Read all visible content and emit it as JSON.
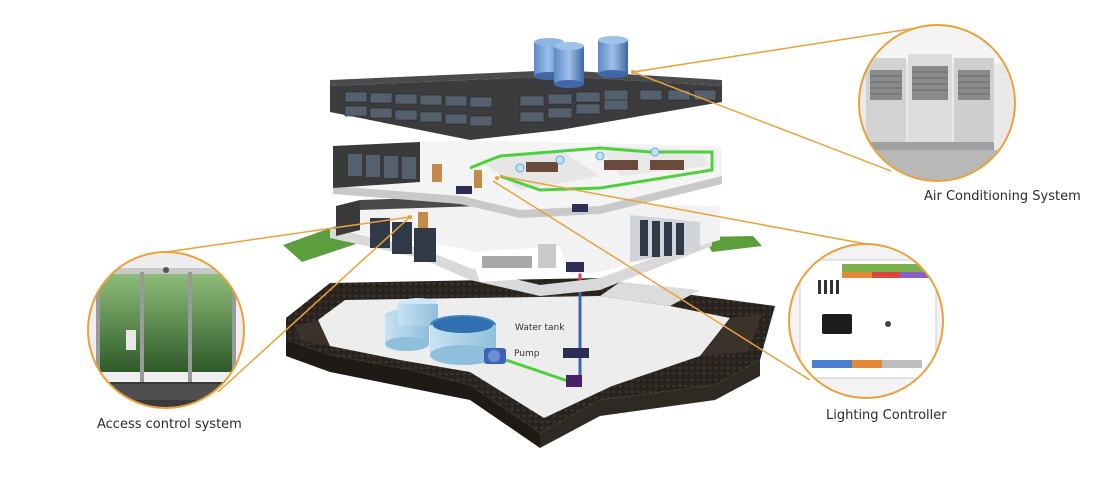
{
  "callouts": {
    "air_conditioning": "Air Conditioning System",
    "lighting_controller": "Lighting Controller",
    "access_control": "Access control system"
  },
  "diagram_labels": {
    "water_tank": "Water tank",
    "pump": "Pump"
  },
  "colors": {
    "callout_orange": "#e9a23b",
    "roof_dark": "#3c3c3e",
    "soil": "#2a2520",
    "grass": "#5c9e3c",
    "pipe_green": "#4cd13c",
    "pipe_red": "#e0404f",
    "pipe_blue": "#3f62b8",
    "tank_blue": "#4a76b4"
  },
  "icons": [
    "air-conditioner-units-icon",
    "lighting-controller-device-icon",
    "automatic-sliding-door-icon"
  ]
}
